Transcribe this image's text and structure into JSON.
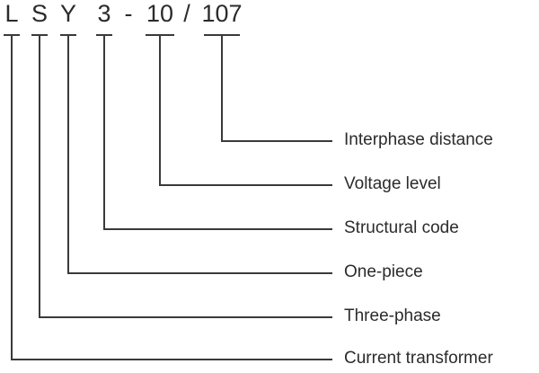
{
  "code": {
    "parts": [
      "L",
      "S",
      "Y",
      "3",
      "-",
      "10",
      "/",
      "107"
    ]
  },
  "labels": [
    "Interphase distance",
    "Voltage level",
    "Structural code",
    "One-piece",
    "Three-phase",
    "Current transformer"
  ],
  "colors": {
    "line": "#3a3a3a",
    "text": "#2b2b2b"
  }
}
